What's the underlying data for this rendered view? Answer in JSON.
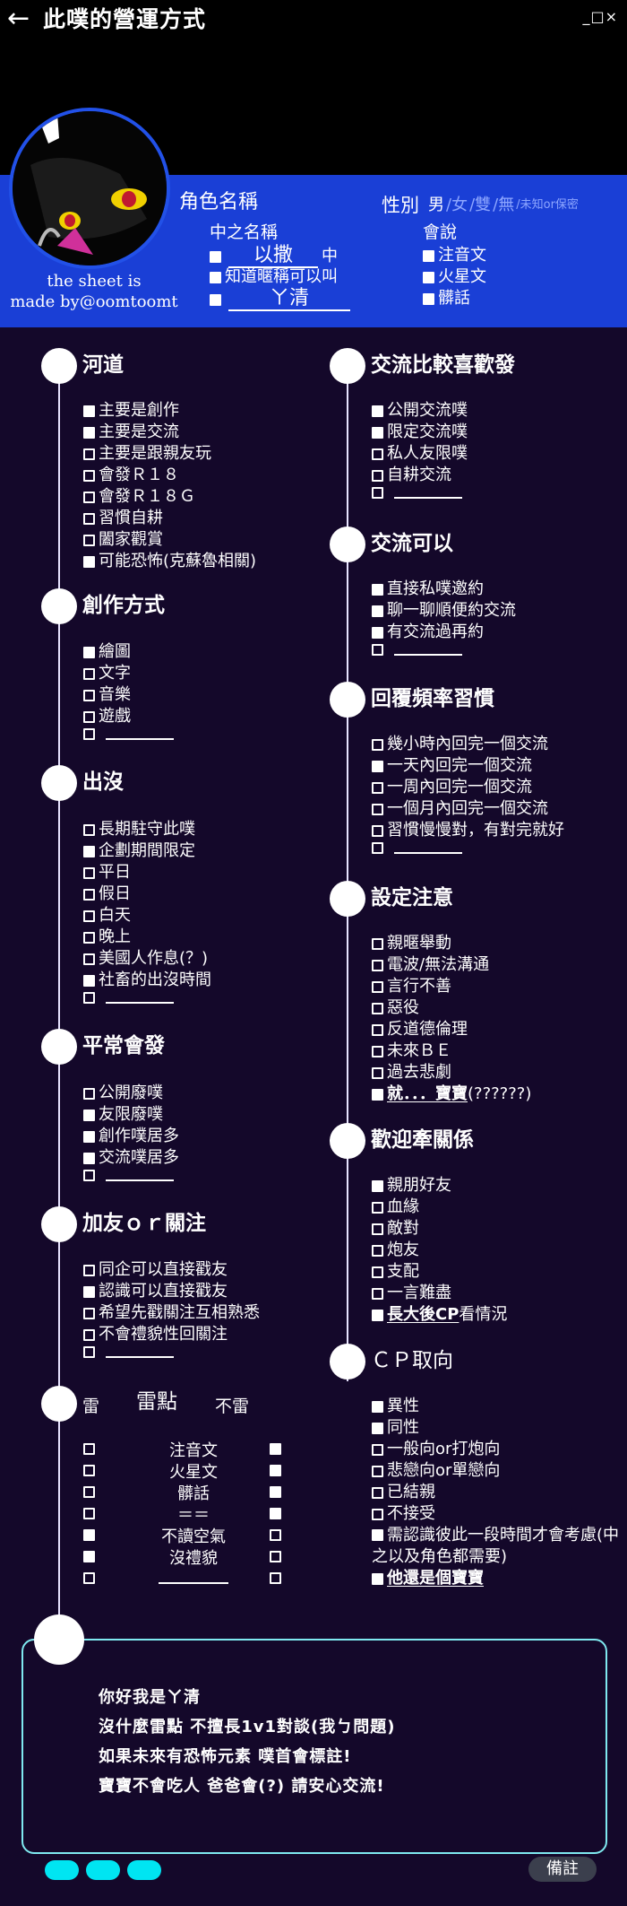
{
  "topbar": {
    "title": "此噗的營運方式",
    "window_controls": "_□×"
  },
  "header": {
    "role_name_label": "角色名稱",
    "gender_label": "性別",
    "gender_options": [
      "男",
      "/女",
      "/雙",
      "/無",
      "/未知or保密"
    ],
    "zhong_name_label": "中之名稱",
    "zhong_name_value": "以撒",
    "zhong_suffix": "中",
    "know_nickname": "知道暱稱可以叫",
    "nickname_value": "ㄚ清",
    "speak_label": "會說",
    "speak_items": [
      {
        "label": "注音文",
        "checked": true
      },
      {
        "label": "火星文",
        "checked": true
      },
      {
        "label": "髒話",
        "checked": true
      }
    ],
    "credit_line1": "the sheet is",
    "credit_line2": "made by@oomtoomt"
  },
  "sections": {
    "hedao": {
      "title": "河道",
      "items": [
        {
          "label": "主要是創作",
          "checked": true
        },
        {
          "label": "主要是交流",
          "checked": true
        },
        {
          "label": "主要是跟親友玩",
          "checked": false
        },
        {
          "label": "會發Ｒ１８",
          "checked": false
        },
        {
          "label": "會發Ｒ１８Ｇ",
          "checked": false
        },
        {
          "label": "習慣自耕",
          "checked": false
        },
        {
          "label": "闔家觀賞",
          "checked": false
        },
        {
          "label": "可能恐怖(克蘇魯相關)",
          "checked": true
        }
      ]
    },
    "create": {
      "title": "創作方式",
      "items": [
        {
          "label": "繪圖",
          "checked": true
        },
        {
          "label": "文字",
          "checked": false
        },
        {
          "label": "音樂",
          "checked": false
        },
        {
          "label": "遊戲",
          "checked": false
        }
      ]
    },
    "appear": {
      "title": "出沒",
      "items": [
        {
          "label": "長期駐守此噗",
          "checked": false
        },
        {
          "label": "企劃期間限定",
          "checked": true
        },
        {
          "label": "平日",
          "checked": false
        },
        {
          "label": "假日",
          "checked": false
        },
        {
          "label": "白天",
          "checked": false
        },
        {
          "label": "晚上",
          "checked": false
        },
        {
          "label": "美國人作息(？)",
          "checked": false
        },
        {
          "label": "社畜的出沒時間",
          "checked": true
        }
      ]
    },
    "usual": {
      "title": "平常會發",
      "items": [
        {
          "label": "公開廢噗",
          "checked": false
        },
        {
          "label": "友限廢噗",
          "checked": true
        },
        {
          "label": "創作噗居多",
          "checked": true
        },
        {
          "label": "交流噗居多",
          "checked": true
        }
      ]
    },
    "friend": {
      "title": "加友ｏｒ關注",
      "items": [
        {
          "label": "同企可以直接戳友",
          "checked": false
        },
        {
          "label": "認識可以直接戳友",
          "checked": true
        },
        {
          "label": "希望先戳關注互相熟悉",
          "checked": false
        },
        {
          "label": "不會禮貌性回關注",
          "checked": false
        }
      ]
    },
    "thunder": {
      "col_left": "雷",
      "col_mid": "雷點",
      "col_right": "不雷",
      "rows": [
        {
          "label": "注音文",
          "left": false,
          "right": true
        },
        {
          "label": "火星文",
          "left": false,
          "right": true
        },
        {
          "label": "髒話",
          "left": false,
          "right": true
        },
        {
          "label": "＝＝",
          "left": false,
          "right": true
        },
        {
          "label": "不讀空氣",
          "left": true,
          "right": false
        },
        {
          "label": "沒禮貌",
          "left": true,
          "right": false
        }
      ]
    },
    "exchange_pref": {
      "title": "交流比較喜歡發",
      "items": [
        {
          "label": "公開交流噗",
          "checked": true
        },
        {
          "label": "限定交流噗",
          "checked": true
        },
        {
          "label": "私人友限噗",
          "checked": false
        },
        {
          "label": "自耕交流",
          "checked": false
        }
      ]
    },
    "exchange_ok": {
      "title": "交流可以",
      "items": [
        {
          "label": "直接私噗邀約",
          "checked": true
        },
        {
          "label": "聊一聊順便約交流",
          "checked": true
        },
        {
          "label": "有交流過再約",
          "checked": true
        }
      ]
    },
    "reply": {
      "title": "回覆頻率習慣",
      "items": [
        {
          "label": "幾小時內回完一個交流",
          "checked": false
        },
        {
          "label": "一天內回完一個交流",
          "checked": true
        },
        {
          "label": "一周內回完一個交流",
          "checked": false
        },
        {
          "label": "一個月內回完一個交流",
          "checked": false
        },
        {
          "label": "習慣慢慢對，有對完就好",
          "checked": false
        }
      ]
    },
    "setting": {
      "title": "設定注意",
      "items": [
        {
          "label": "親暱舉動",
          "checked": false
        },
        {
          "label": "電波/無法溝通",
          "checked": false
        },
        {
          "label": "言行不善",
          "checked": false
        },
        {
          "label": "惡役",
          "checked": false
        },
        {
          "label": "反道德倫理",
          "checked": false
        },
        {
          "label": "未來ＢＥ",
          "checked": false
        },
        {
          "label": "過去悲劇",
          "checked": false
        }
      ],
      "last_bold": "就．．．寶寶",
      "last_rest": " (??????)"
    },
    "tie": {
      "title": "歡迎牽關係",
      "items": [
        {
          "label": "親朋好友",
          "checked": true
        },
        {
          "label": "血緣",
          "checked": false
        },
        {
          "label": "敵對",
          "checked": false
        },
        {
          "label": "炮友",
          "checked": false
        },
        {
          "label": "支配",
          "checked": false
        },
        {
          "label": "一言難盡",
          "checked": false
        }
      ],
      "last_bold": "長大後CP",
      "last_rest": "看情況"
    },
    "cp": {
      "title": "ＣＰ取向",
      "items": [
        {
          "label": "異性",
          "checked": true
        },
        {
          "label": "同性",
          "checked": true
        },
        {
          "label": "一般向or打炮向",
          "checked": false
        },
        {
          "label": "悲戀向or單戀向",
          "checked": false
        },
        {
          "label": "已結親",
          "checked": false
        },
        {
          "label": "不接受",
          "checked": false
        }
      ],
      "wrap_item": "需認識彼此一段時間才會考慮(中之以及角色都需要)",
      "last_bold": "他還是個寶寶"
    }
  },
  "notes": {
    "lines": [
      "你好我是ㄚ清",
      "沒什麼雷點 不擅長1v1對談(我ㄅ問題)",
      "如果未來有恐怖元素 噗首會標註!",
      "寶寶不會吃人 爸爸會(?) 請安心交流!"
    ],
    "remark_button": "備註"
  },
  "colors": {
    "band": "#1a3fd6",
    "page": "#14082a",
    "note_border": "#7fe9f0",
    "pill": "#00e5f2"
  },
  "icons": {
    "back": "arrow-left-icon"
  }
}
